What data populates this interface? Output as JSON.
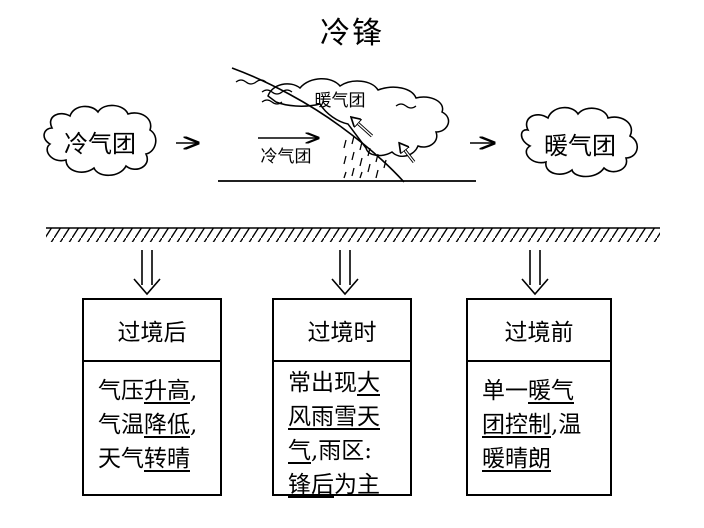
{
  "title": "冷锋",
  "clouds": {
    "cold_air_mass": "冷气团",
    "warm_air_mass": "暖气团"
  },
  "cross_section": {
    "warm_air_label": "暖气团",
    "cold_air_label": "冷气团"
  },
  "panels": [
    {
      "heading": "过境后",
      "lines": [
        {
          "pre": "气压",
          "u": "升高",
          "post": ","
        },
        {
          "pre": "气温",
          "u": "降低",
          "post": ","
        },
        {
          "pre": "天气",
          "u": "转晴",
          "post": ""
        }
      ]
    },
    {
      "heading": "过境时",
      "lines": [
        {
          "pre": "常出现",
          "u": "大",
          "post": ""
        },
        {
          "pre": "",
          "u": "风雨雪天",
          "post": ""
        },
        {
          "pre": "",
          "u": "气",
          "post": ",雨区:"
        },
        {
          "pre": "",
          "u": "锋后",
          "post": "为主"
        }
      ]
    },
    {
      "heading": "过境前",
      "lines": [
        {
          "pre": "单一",
          "u": "暖气",
          "post": ""
        },
        {
          "pre": "",
          "u": "团控制",
          "post": ",温"
        },
        {
          "pre": "",
          "u": "暖晴朗",
          "post": ""
        }
      ]
    }
  ]
}
